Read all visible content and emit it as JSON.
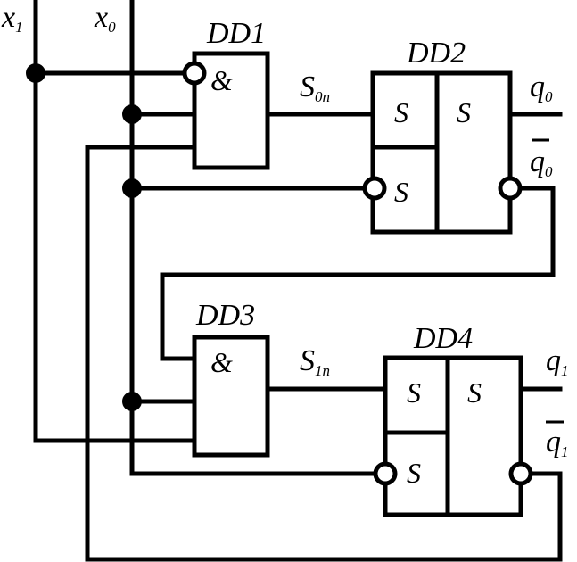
{
  "inputs": {
    "x1": {
      "base": "x",
      "sub": "1"
    },
    "x0": {
      "base": "x",
      "sub": "0"
    }
  },
  "gates": {
    "dd1": {
      "name": "DD1",
      "symbol": "&"
    },
    "dd3": {
      "name": "DD3",
      "symbol": "&"
    }
  },
  "flipflops": {
    "dd2": {
      "name": "DD2",
      "set_top": "S",
      "set_bottom": "S",
      "main": "S"
    },
    "dd4": {
      "name": "DD4",
      "set_top": "S",
      "set_bottom": "S",
      "main": "S"
    }
  },
  "signals": {
    "s0n": {
      "base": "S",
      "sub": "0n"
    },
    "s1n": {
      "base": "S",
      "sub": "1n"
    }
  },
  "outputs": {
    "q0": {
      "base": "q",
      "sub": "0"
    },
    "q0_bar": {
      "base": "q",
      "sub": "0"
    },
    "q1": {
      "base": "q",
      "sub": "1"
    },
    "q1_bar": {
      "base": "q",
      "sub": "1"
    }
  }
}
